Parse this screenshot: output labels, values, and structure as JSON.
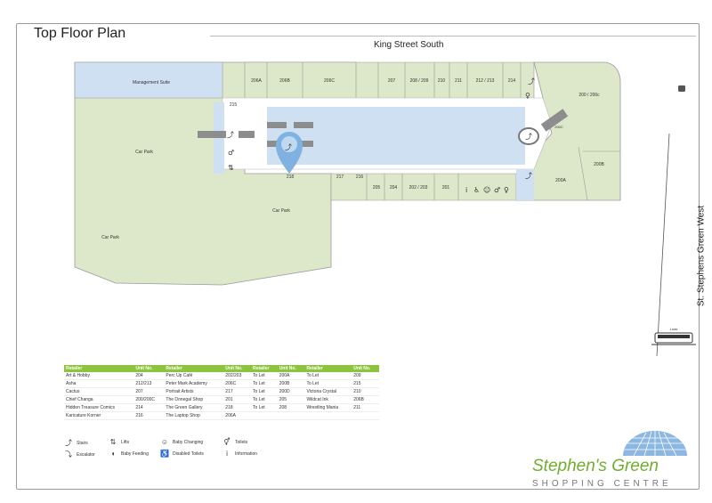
{
  "title": "Top Floor Plan",
  "streets": {
    "top": "King Street South",
    "side": "St. Stephens Green West"
  },
  "colors": {
    "carpark": "#dce8c9",
    "mall": "#cfe0f3",
    "accent": "#8cc43d",
    "logo": "#6fae2e",
    "pin": "#7fb2e0"
  },
  "areas": {
    "management": "Management Suite",
    "carpark_1": "Car Park",
    "carpark_2": "Car Park",
    "carpark_3": "Car Park"
  },
  "units": {
    "u206a": "206A",
    "u206b": "206B",
    "u206c": "206C",
    "u207": "207",
    "u208": "208 / 209",
    "u210": "210",
    "u211": "211",
    "u212": "212 / 213",
    "u214": "214",
    "u200": "200 / 200c",
    "u215": "215",
    "u216": "216",
    "u217": "217",
    "u218": "218",
    "u205": "205",
    "u204": "204",
    "u202": "202 / 203",
    "u201": "201",
    "u200a": "200A",
    "u200b": "200B",
    "u200c_small": "200C"
  },
  "tram_label": "Luas",
  "directory": {
    "headers": [
      "Retailer",
      "Unit No.",
      "Retailer",
      "Unit No.",
      "Retailer",
      "Unit No.",
      "Retailer",
      "Unit No."
    ],
    "rows": [
      [
        "Art & Hobby",
        "204",
        "Perc Up Café",
        "202/203",
        "To Let",
        "200A",
        "To Let",
        "209"
      ],
      [
        "Asha",
        "212/213",
        "Peter Mark Academy",
        "206C",
        "To Let",
        "200B",
        "To Let",
        "215"
      ],
      [
        "Cactus",
        "207",
        "Portrait Artists",
        "217",
        "To Let",
        "200D",
        "Victoria Crystal",
        "210"
      ],
      [
        "Chief Changa",
        "200/200C",
        "The Donegal Shop",
        "201",
        "To Let",
        "205",
        "Wildcat Ink",
        "206B"
      ],
      [
        "Hidden Treasure Comics",
        "214",
        "The Green Gallery",
        "218",
        "To Let",
        "208",
        "Wrestling Mania",
        "211"
      ],
      [
        "Karicature Korner",
        "216",
        "The Laptop Shop",
        "206A",
        "",
        "",
        "",
        ""
      ]
    ]
  },
  "legend": {
    "stairs": "Stairs",
    "escalator": "Escalator",
    "lifts": "Lifts",
    "baby_feeding": "Baby Feeding",
    "baby_changing": "Baby Changing",
    "disabled_toilets": "Disabled Toilets",
    "toilets": "Toilets",
    "information": "Information"
  },
  "logo": {
    "name": "Stephen's Green",
    "sub": "SHOPPING CENTRE"
  }
}
